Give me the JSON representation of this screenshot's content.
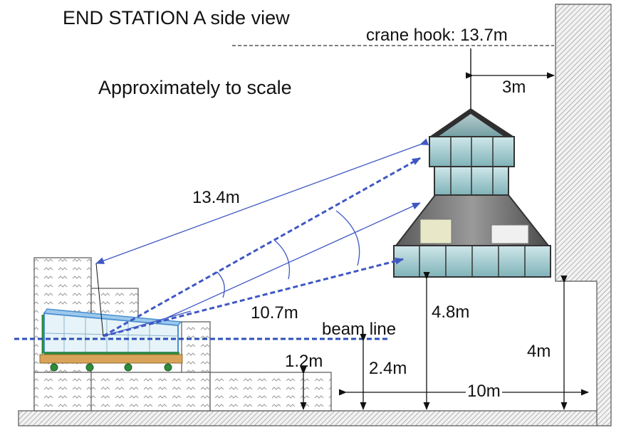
{
  "title": "END STATION A side view",
  "subtitle": "Approximately to scale",
  "labels": {
    "crane_hook": "crane hook: 13.7m",
    "wall_gap": "3m",
    "slant_distance": "13.4m",
    "near_distance": "10.7m",
    "beam_line": "beam line",
    "detector_height": "4.8m",
    "wall_ledge_height": "4m",
    "beam_height": "2.4m",
    "block_height": "1.2m",
    "floor_length": "10m"
  },
  "colors": {
    "ray_blue": "#3f57c4",
    "beam_dash": "#2c4fb8",
    "detector_glass": "#a9d4d8",
    "detector_dark": "#3a3a3a",
    "target_frame": "#7ab8e8",
    "cart_wood": "#d9a45a",
    "wheel": "#2e8b3a",
    "hatch": "#7a7a7a"
  }
}
